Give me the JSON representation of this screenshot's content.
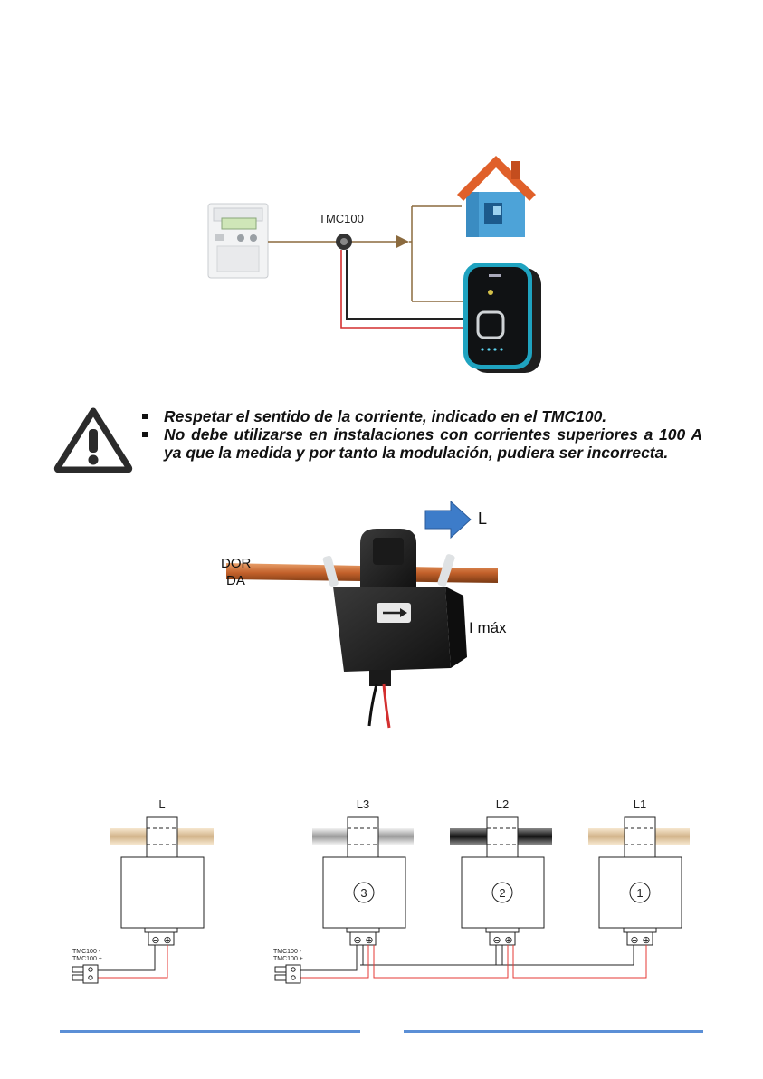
{
  "diagram_top": {
    "device_label": "TMC100"
  },
  "warning": {
    "items": [
      "Respetar el sentido de la corriente, indicado en el TMC100.",
      "No debe utilizarse en instalaciones con corrientes superiores a 100 A ya que la medida y por tanto la modulación, pudiera ser incorrecta."
    ]
  },
  "photo": {
    "label_direction": "L",
    "label_left_line1": "DOR",
    "label_left_line2": "DA",
    "label_imax": "I máx"
  },
  "wiring": {
    "single": {
      "phase_label": "L"
    },
    "three_phase": [
      {
        "phase_label": "L3",
        "number": "3"
      },
      {
        "phase_label": "L2",
        "number": "2"
      },
      {
        "phase_label": "L1",
        "number": "1"
      }
    ],
    "terminal_labels": [
      "TMC100 -",
      "TMC100 +"
    ],
    "minus_symbol": "⊖",
    "plus_symbol": "⊕"
  },
  "colors": {
    "footer_line": "#5b8fd6",
    "wire_brown": "#8b6a3e",
    "wire_red": "#e53935",
    "house_roof": "#e0602a",
    "house_wall": "#4da3d8",
    "charger_accent": "#1fa3c0"
  }
}
